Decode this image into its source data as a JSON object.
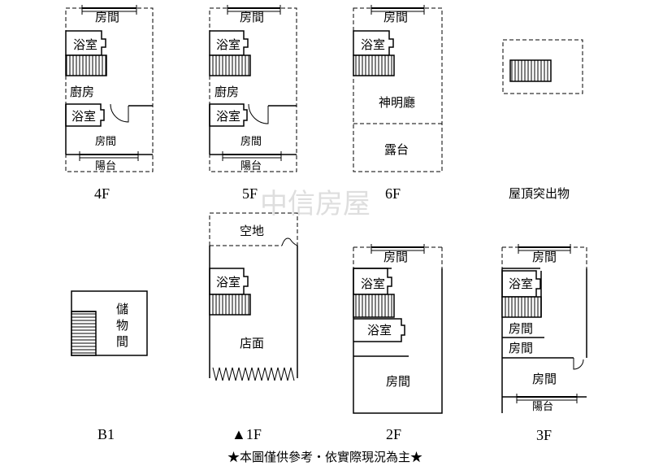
{
  "watermark": "中信房屋",
  "footer_note": "★本圖僅供參考・依實際現況為主★",
  "floors": {
    "f4": {
      "label": "4F",
      "rooms": [
        "房間",
        "浴室",
        "廚房",
        "浴室",
        "房間",
        "陽台"
      ]
    },
    "f5": {
      "label": "5F",
      "rooms": [
        "房間",
        "浴室",
        "廚房",
        "浴室",
        "房間",
        "陽台"
      ]
    },
    "f6": {
      "label": "6F",
      "rooms": [
        "房間",
        "浴室",
        "神明廳",
        "露台"
      ]
    },
    "roof": {
      "label": "屋頂突出物"
    },
    "b1": {
      "label": "B1",
      "rooms": [
        "儲",
        "物",
        "間"
      ]
    },
    "f1": {
      "label": "▲1F",
      "rooms": [
        "空地",
        "浴室",
        "店面"
      ]
    },
    "f2": {
      "label": "2F",
      "rooms": [
        "房間",
        "浴室",
        "浴室",
        "房間"
      ]
    },
    "f3": {
      "label": "3F",
      "rooms": [
        "房間",
        "浴室",
        "房間",
        "房間",
        "房間",
        "陽台"
      ]
    }
  }
}
